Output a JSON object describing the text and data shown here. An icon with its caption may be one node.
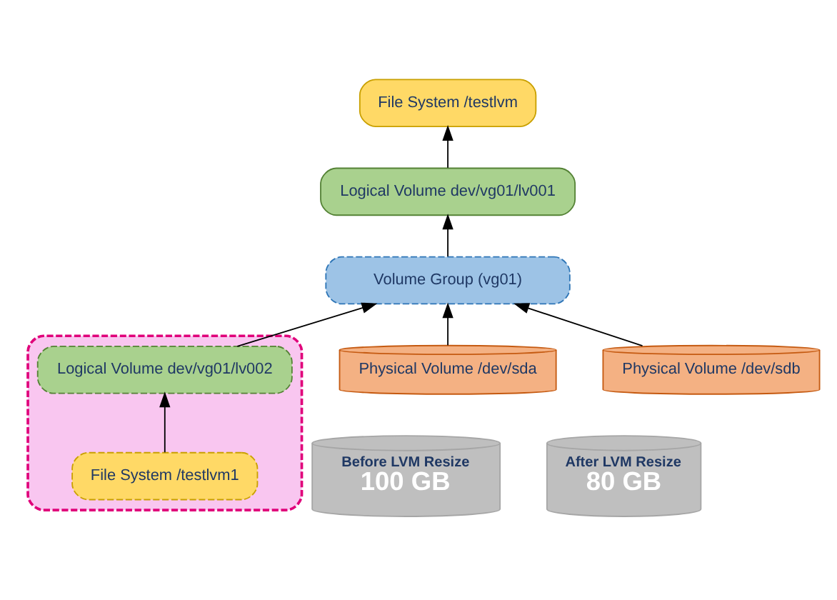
{
  "diagram": {
    "nodes": [
      {
        "text": [
          "File System /testlvm"
        ]
      },
      {
        "text": [
          "Logical Volume dev/vg01/lv001"
        ]
      },
      {
        "text": [],
        "shape": "box"
      },
      {
        "text": [
          "File System /testlvm1"
        ],
        "in": 2
      },
      {
        "text": [
          "Logical Volume dev/vg01/lv002"
        ],
        "in": 2
      },
      {
        "text": [
          "Volume Group (vg01)"
        ]
      },
      {
        "text": [
          "Physical Volume /dev/sda"
        ]
      },
      {
        "text": [
          "Physical Volume /dev/sdb"
        ]
      },
      {
        "text": [
          "Before LVM Resize",
          "100 GB"
        ]
      },
      {
        "text": [
          "After LVM Resize",
          "80 GB"
        ]
      }
    ],
    "edges": [
      {
        "from": 1,
        "to": 0,
        "arrow": "to"
      },
      {
        "from": 5,
        "to": 1,
        "arrow": "to"
      },
      {
        "from": 3,
        "to": 4,
        "arrow": "to"
      },
      {
        "from": 4,
        "to": 5,
        "arrow": "to"
      },
      {
        "from": 6,
        "to": 5,
        "arrow": "to"
      },
      {
        "from": 7,
        "to": 5,
        "arrow": "to"
      }
    ]
  }
}
